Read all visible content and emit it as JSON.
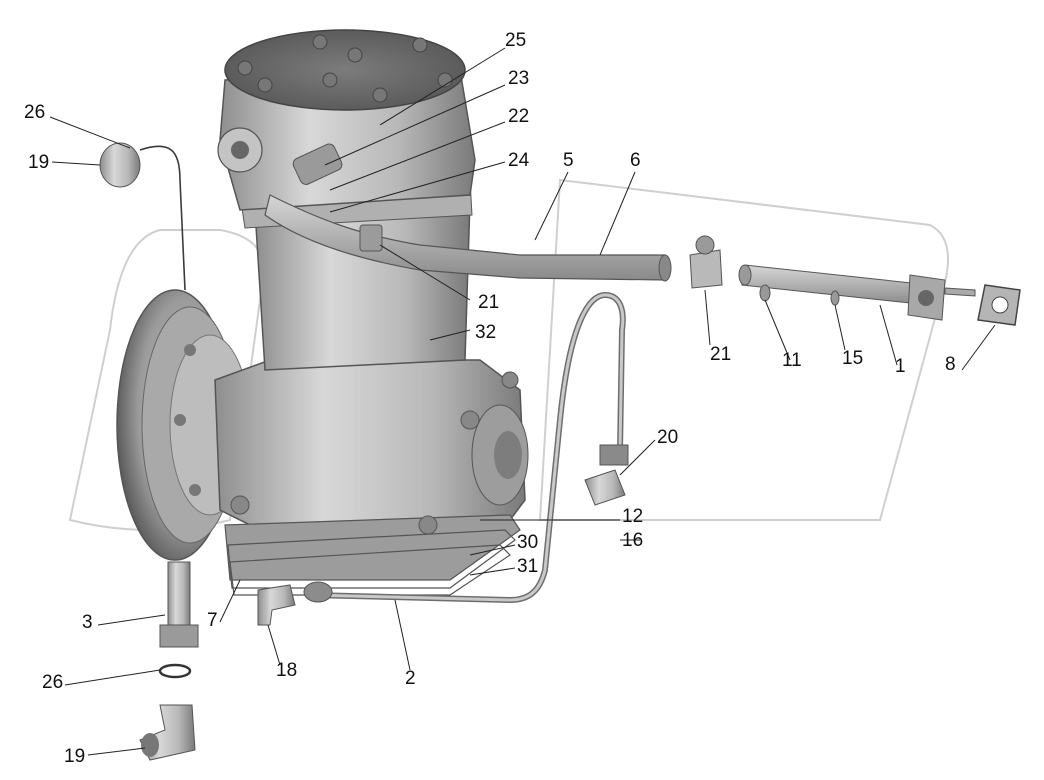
{
  "labels": {
    "l1": "1",
    "l2": "2",
    "l3": "3",
    "l5": "5",
    "l6": "6",
    "l7": "7",
    "l8": "8",
    "l11": "11",
    "l12": "12",
    "l15": "15",
    "l16": "16",
    "l18": "18",
    "l19a": "19",
    "l19b": "19",
    "l20": "20",
    "l21a": "21",
    "l21b": "21",
    "l22": "22",
    "l23": "23",
    "l24": "24",
    "l25": "25",
    "l26a": "26",
    "l26b": "26",
    "l30": "30",
    "l31": "31",
    "l32": "32"
  }
}
